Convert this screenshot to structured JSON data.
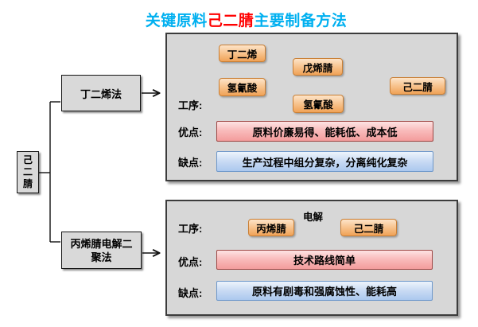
{
  "title": {
    "part1": "关键原料",
    "part2": "己二腈",
    "part3": "主要制备方法"
  },
  "colors": {
    "title_cyan": "#00b0f0",
    "title_red": "#ff0000",
    "panel_fill": "#d7d7d7",
    "node_gray": "#d9d9d9",
    "node_orange": "#f0a257",
    "pros_pink": "#f39c9c",
    "cons_blue": "#abc8ee"
  },
  "root": {
    "label": "己二腈"
  },
  "methods": [
    {
      "label": "丁二烯法"
    },
    {
      "label": "丙烯腈电解二聚法"
    }
  ],
  "panel1": {
    "process_label": "工序:",
    "pros_label": "优点:",
    "cons_label": "缺点:",
    "nodes": {
      "butadiene": "丁二烯",
      "hcn1": "氢氰酸",
      "pentenenitrile": "戊烯腈",
      "hcn2": "氢氰酸",
      "adiponitrile": "己二腈"
    },
    "pros": "原料价廉易得、能耗低、成本低",
    "cons": "生产过程中组分复杂，分离纯化复杂"
  },
  "panel2": {
    "process_label": "工序:",
    "pros_label": "优点:",
    "cons_label": "缺点:",
    "arrow_label": "电解",
    "nodes": {
      "acrylonitrile": "丙烯腈",
      "adiponitrile": "己二腈"
    },
    "pros": "技术路线简单",
    "cons": "原料有剧毒和强腐蚀性、能耗高"
  }
}
